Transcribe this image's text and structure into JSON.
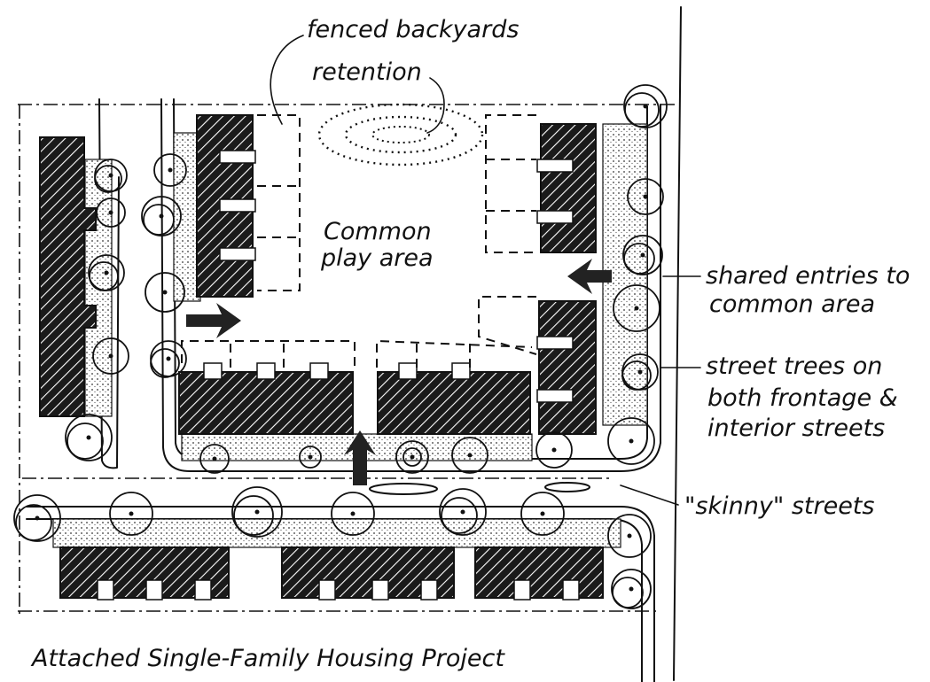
{
  "colors": {
    "ink": "#111111",
    "paper": "#ffffff"
  },
  "title": "Attached Single-Family Housing Project",
  "labels": {
    "fenced_backyards": "fenced backyards",
    "retention": "retention",
    "common_play_line1": "Common",
    "common_play_line2": "play area",
    "shared_entries_line1": "shared entries to",
    "shared_entries_line2": "common area",
    "street_trees_line1": "street trees on",
    "street_trees_line2": "both frontage &",
    "street_trees_line3": "interior streets",
    "skinny_streets": "\"skinny\" streets"
  }
}
